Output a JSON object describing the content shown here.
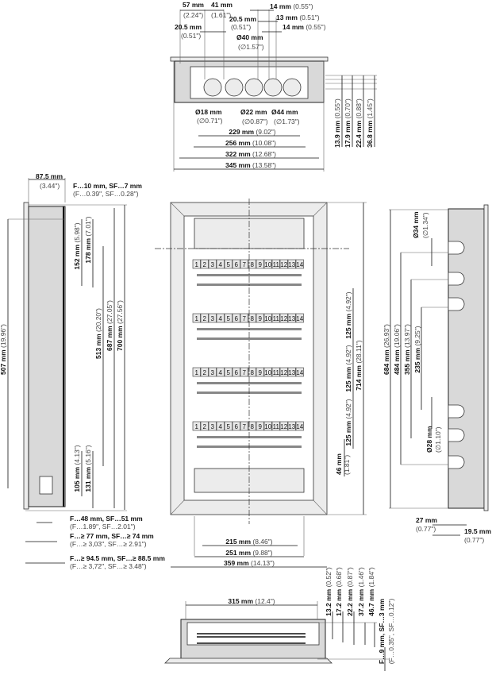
{
  "top_view": {
    "d57": {
      "mm": "57 mm",
      "in": "(2.24\")"
    },
    "d41": {
      "mm": "41 mm",
      "in": "(1.61\")"
    },
    "d14a": {
      "mm": "14 mm",
      "in": "(0.55\")"
    },
    "d20_5a": {
      "mm": "20.5 mm",
      "in": "(0.51\")"
    },
    "d13": {
      "mm": "13 mm",
      "in": "(0.51\")"
    },
    "d20_5b": {
      "mm": "20.5 mm",
      "in": "(0.51\")"
    },
    "d14b": {
      "mm": "14 mm",
      "in": "(0.55\")"
    },
    "dia40": {
      "mm": "Ø40 mm",
      "in": "(∅1.57\")"
    },
    "dia18": {
      "mm": "Ø18 mm",
      "in": "(∅0.71\")"
    },
    "dia22": {
      "mm": "Ø22 mm",
      "in": "(∅0.87\")"
    },
    "dia44": {
      "mm": "Ø44 mm",
      "in": "(∅1.73\")"
    },
    "w229": {
      "mm": "229 mm",
      "in": "(9.02\")"
    },
    "w256": {
      "mm": "256 mm",
      "in": "(10.08\")"
    },
    "w322": {
      "mm": "322 mm",
      "in": "(12.68\")"
    },
    "w345": {
      "mm": "345 mm",
      "in": "(13.58\")"
    },
    "h13_9": {
      "mm": "13.9 mm",
      "in": "(0.55\")"
    },
    "h17_9": {
      "mm": "17.9 mm",
      "in": "(0.70\")"
    },
    "h22_4": {
      "mm": "22.4 mm",
      "in": "(0.88\")"
    },
    "h36_8": {
      "mm": "36.8 mm",
      "in": "(1.45\")"
    }
  },
  "side_view": {
    "depth": {
      "mm": "87.5 mm",
      "in": "(3.44\")"
    },
    "f10": {
      "mm": "F…10 mm, SF…7 mm",
      "in": "(F…0.39\", SF…0.28\")"
    },
    "h507": {
      "mm": "507 mm",
      "in": "(19.96\")"
    },
    "h152": {
      "mm": "152 mm",
      "in": "(5.98\")"
    },
    "h178": {
      "mm": "178 mm",
      "in": "(7.01\")"
    },
    "h513": {
      "mm": "513 mm",
      "in": "(20.20\")"
    },
    "h687": {
      "mm": "687 mm",
      "in": "(27.05\")"
    },
    "h700": {
      "mm": "700 mm",
      "in": "(27.56\")"
    },
    "h105": {
      "mm": "105 mm",
      "in": "(4.13\")"
    },
    "h131": {
      "mm": "131 mm",
      "in": "(5.16\")"
    },
    "f48": {
      "mm": "F…48 mm, SF…51 mm",
      "in": "(F…1.89\", SF…2.01\")"
    },
    "f77": {
      "mm": "F…≥ 77 mm, SF…≥ 74 mm",
      "in": "(F…≥ 3,03\", SF…≥ 2.91\")"
    },
    "f94": {
      "mm": "F…≥ 94.5 mm, SF…≥ 88.5 mm",
      "in": "(F…≥ 3,72\", SF…≥ 3.48\")"
    }
  },
  "front_view": {
    "terminal_numbers": [
      "1",
      "2",
      "3",
      "4",
      "5",
      "6",
      "7",
      "8",
      "9",
      "10",
      "11",
      "12",
      "13",
      "14"
    ],
    "p125a": {
      "mm": "125 mm",
      "in": "(4.92\")"
    },
    "p125b": {
      "mm": "125 mm",
      "in": "(4.92\")"
    },
    "p125c": {
      "mm": "125 mm",
      "in": "(4.92\")"
    },
    "h714": {
      "mm": "714 mm",
      "in": "(28.11\")"
    },
    "h46": {
      "mm": "46 mm",
      "in": "(1.81\")"
    },
    "w215": {
      "mm": "215 mm",
      "in": "(8.46\")"
    },
    "w251": {
      "mm": "251 mm",
      "in": "(9.88\")"
    },
    "w359": {
      "mm": "359 mm",
      "in": "(14.13\")"
    }
  },
  "right_view": {
    "dia34": {
      "mm": "Ø34 mm",
      "in": "(∅1.34\")"
    },
    "h684": {
      "mm": "684 mm",
      "in": "(26.93\")"
    },
    "h484": {
      "mm": "484 mm",
      "in": "(19.06\")"
    },
    "h355": {
      "mm": "355 mm",
      "in": "(13.97\")"
    },
    "h235": {
      "mm": "235 mm",
      "in": "(9.25\")"
    },
    "dia28": {
      "mm": "Ø28 mm",
      "in": "(∅1.10\")"
    },
    "d27": {
      "mm": "27 mm",
      "in": "(0.77\")"
    },
    "d19_5": {
      "mm": "19.5 mm",
      "in": "(0.77\")"
    }
  },
  "bottom_view": {
    "w315": {
      "mm": "315 mm",
      "in": "(12.4\")"
    },
    "h13_2": {
      "mm": "13.2 mm",
      "in": "(0.52\")"
    },
    "h17_2": {
      "mm": "17.2 mm",
      "in": "(0.68\")"
    },
    "h22_2": {
      "mm": "22.2 mm",
      "in": "(0.87\")"
    },
    "h37_2": {
      "mm": "37.2 mm",
      "in": "(1.46\")"
    },
    "h46_7": {
      "mm": "46.7 mm",
      "in": "(1.84\")"
    },
    "f9": {
      "mm": "F…9 mm, SF…3 mm",
      "in": "(F…0.35\", SF…0.12\")"
    }
  }
}
